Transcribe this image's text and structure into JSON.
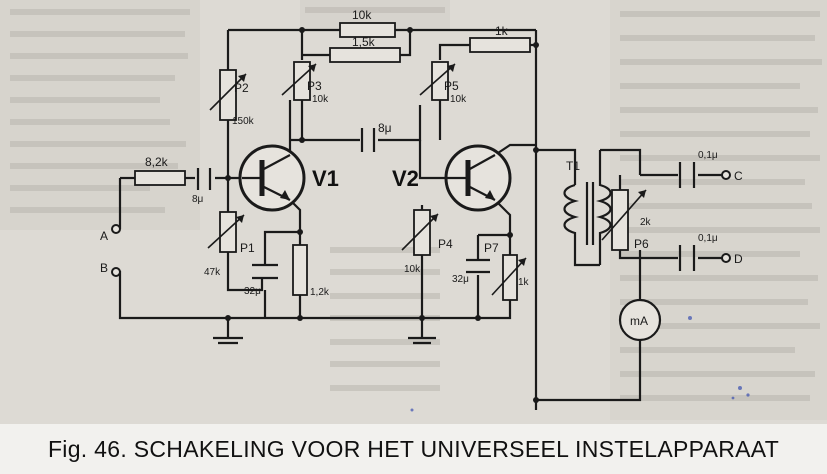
{
  "caption": "Fig. 46. SCHAKELING VOOR HET UNIVERSEEL INSTELAPPARAAT",
  "labels": {
    "v1": "V1",
    "v2": "V2",
    "a": "A",
    "b": "B",
    "c": "C",
    "d": "D",
    "t1": "T1",
    "p1": "P1",
    "p1_val": "47k",
    "p2": "P2",
    "p2_val": "150k",
    "p3": "P3",
    "p3_val": "10k",
    "p4": "P4",
    "p4_val": "10k",
    "p5": "P5",
    "p5_val": "10k",
    "p6": "P6",
    "p6_val": "2k",
    "p7": "P7",
    "p7_val": "1k",
    "r_in": "8,2k",
    "c_in": "8μ",
    "r_top": "10k",
    "r_1_5k": "1,5k",
    "r_1k_top": "1k",
    "c_couple": "8μ",
    "c_32_left": "32μ",
    "r_1_2k": "1,2k",
    "c_32_right": "32μ",
    "c_out1": "0,1μ",
    "c_out2": "0,1μ",
    "meter": "mA"
  }
}
